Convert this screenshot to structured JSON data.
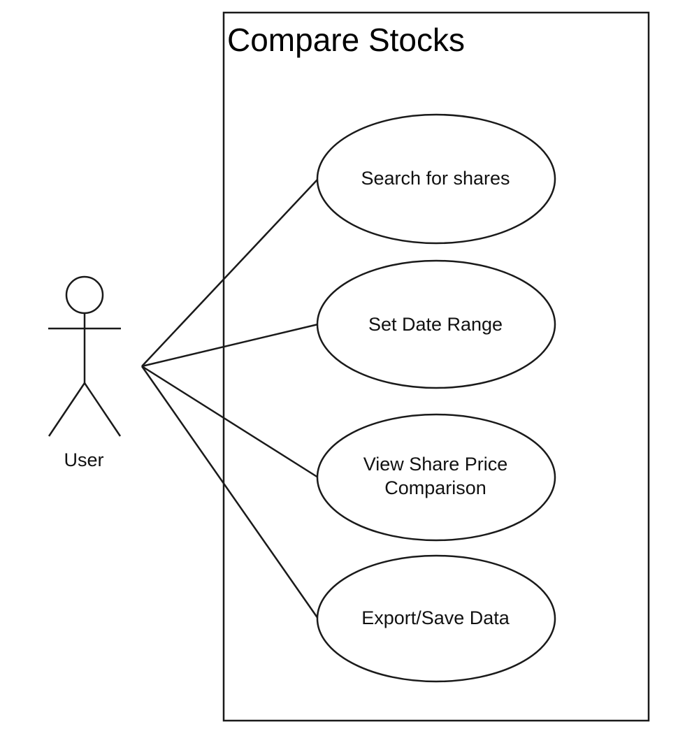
{
  "system": {
    "title": "Compare Stocks"
  },
  "actor": {
    "label": "User"
  },
  "use_cases": [
    {
      "line1": "Search for shares",
      "line2": ""
    },
    {
      "line1": "Set Date Range",
      "line2": ""
    },
    {
      "line1": "View Share Price",
      "line2": "Comparison"
    },
    {
      "line1": "Export/Save Data",
      "line2": ""
    }
  ],
  "colors": {
    "stroke": "#1a1a1a",
    "background": "#ffffff"
  }
}
